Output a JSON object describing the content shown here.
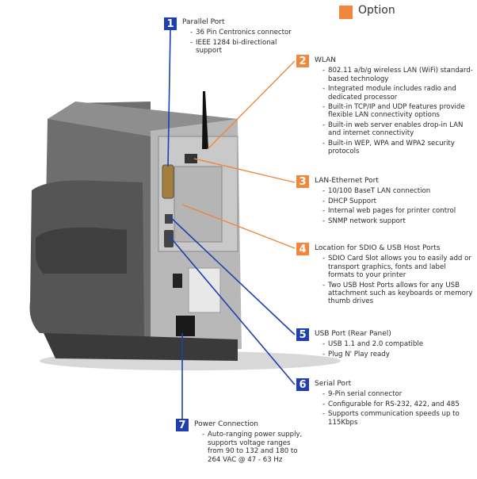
{
  "legend": {
    "label": "Option",
    "color": "#f0873d"
  },
  "colors": {
    "standard": "#1f3fb0",
    "option": "#f0873d"
  },
  "callouts": [
    {
      "num": "1",
      "kind": "standard",
      "title": "Parallel Port",
      "items": [
        "36 Pin Centronics connector",
        "IEEE 1284 bi-directional support"
      ]
    },
    {
      "num": "2",
      "kind": "option",
      "title": "WLAN",
      "items": [
        "802.11 a/b/g wireless LAN (WiFi) standard-based technology",
        "Integrated module includes radio and dedicated processor",
        "Built-in TCP/IP and UDP features provide flexible LAN connectivity options",
        "Built-in web server enables drop-in LAN and internet connectivity",
        "Built-in WEP, WPA and WPA2 security protocols"
      ]
    },
    {
      "num": "3",
      "kind": "option",
      "title": "LAN-Ethernet Port",
      "items": [
        "10/100 BaseT LAN connection",
        "DHCP Support",
        "Internal web pages for printer control",
        "SNMP network support"
      ]
    },
    {
      "num": "4",
      "kind": "option",
      "title": "Location for SDIO & USB Host Ports",
      "items": [
        "SDIO Card Slot allows you to easily add or transport graphics, fonts and label formats to your printer",
        "Two USB Host Ports allows for any USB attachment such as keyboards or memory thumb drives"
      ]
    },
    {
      "num": "5",
      "kind": "standard",
      "title": "USB Port (Rear Panel)",
      "items": [
        "USB 1.1 and 2.0 compatible",
        "Plug N' Play ready"
      ]
    },
    {
      "num": "6",
      "kind": "standard",
      "title": "Serial Port",
      "items": [
        "9-Pin serial connector",
        "Configurable for RS-232, 422, and 485",
        "Supports communication speeds up to 115Kbps"
      ]
    },
    {
      "num": "7",
      "kind": "standard",
      "title": "Power Connection",
      "items": [
        "Auto-ranging power supply, supports voltage ranges from 90 to 132 and 180 to 264 VAC @ 47 - 63 Hz"
      ]
    }
  ]
}
